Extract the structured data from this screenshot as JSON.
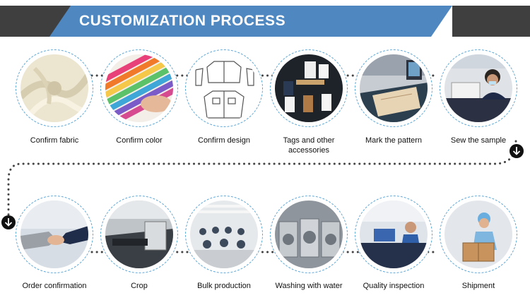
{
  "header": {
    "title": "CUSTOMIZATION PROCESS"
  },
  "colors": {
    "banner": "#4f87c0",
    "banner_side": "#3f3f3f",
    "ring": "#5aa6d6"
  },
  "steps_row1": [
    {
      "label": "Confirm fabric",
      "icon": "fabric-photo"
    },
    {
      "label": "Confirm color",
      "icon": "color-swatches-photo"
    },
    {
      "label": "Confirm design",
      "icon": "design-sketch"
    },
    {
      "label": "Tags and other accessories",
      "icon": "tags-photo"
    },
    {
      "label": "Mark the pattern",
      "icon": "pattern-marking-photo"
    },
    {
      "label": "Sew the sample",
      "icon": "sewing-photo"
    }
  ],
  "steps_row2": [
    {
      "label": "Order confirmation",
      "icon": "handshake-photo"
    },
    {
      "label": "Crop",
      "icon": "cutting-machine-photo"
    },
    {
      "label": "Bulk production",
      "icon": "factory-floor-photo"
    },
    {
      "label": "Washing with water",
      "icon": "washing-machine-photo"
    },
    {
      "label": "Quality inspection",
      "icon": "inspection-photo"
    },
    {
      "label": "Shipment",
      "icon": "shipment-photo"
    }
  ]
}
